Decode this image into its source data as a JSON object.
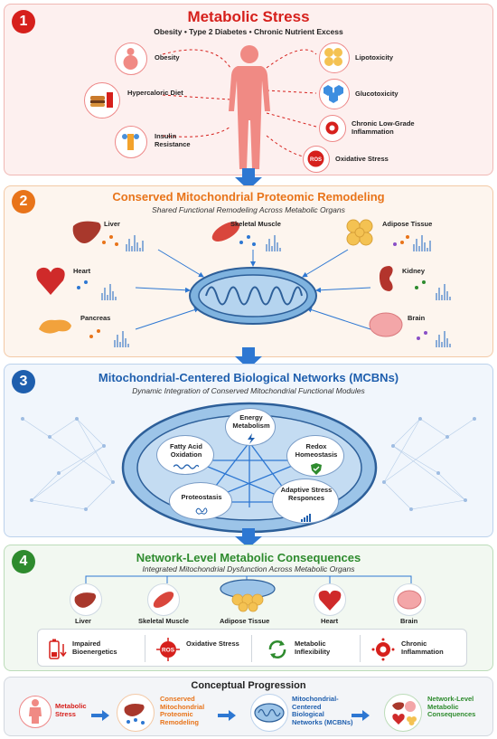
{
  "panel1": {
    "number": "1",
    "title": "Metabolic Stress",
    "subtitle": "Obesity • Type 2 Diabetes • Chronic Nutrient Excess",
    "left_items": [
      "Obesity",
      "Hypercaloric Diet",
      "Insulin Resistance"
    ],
    "right_items": [
      "Lipotoxicity",
      "Glucotoxicity",
      "Chronic Low-Grade Inflammation",
      "Oxidative Stress"
    ],
    "ros": "ROS"
  },
  "panel2": {
    "number": "2",
    "title": "Conserved Mitochondrial Proteomic Remodeling",
    "subtitle": "Shared Functional Remodeling Across Metabolic Organs",
    "organs": [
      "Liver",
      "Skeletal Muscle",
      "Adipose Tissue",
      "Heart",
      "Kidney",
      "Pancreas",
      "Brain"
    ]
  },
  "panel3": {
    "number": "3",
    "title": "Mitochondrial-Centered Biological Networks (MCBNs)",
    "subtitle": "Dynamic Integration of Conserved Mitochondrial Functional Modules",
    "modules": [
      "Energy Metabolism",
      "Fatty Acid Oxidation",
      "Redox Homeostasis",
      "Proteostasis",
      "Adaptive Stress Responces"
    ]
  },
  "panel4": {
    "number": "4",
    "title": "Network-Level Metabolic Consequences",
    "subtitle": "Integrated Mitochondrial Dysfunction Across Metabolic Organs",
    "organs": [
      "Liver",
      "Skeletal Muscle",
      "Adipose Tissue",
      "Heart",
      "Brain"
    ],
    "outcomes": [
      "Impaired Bioenergetics",
      "Oxidative Stress",
      "Metabolic Inflexibility",
      "Chronic Inflammation"
    ],
    "ros": "ROS"
  },
  "panel5": {
    "title": "Conceptual Progression",
    "steps": [
      "Metabolic Stress",
      "Conserved Mitochondrial Proteomic Remodeling",
      "Mitochondrial-Centered Biological Networks (MCBNs)",
      "Network-Level Metabolic Consequences"
    ]
  },
  "colors": {
    "red": "#d6201c",
    "orange": "#e8741a",
    "blue": "#1f5fae",
    "green": "#2e8b2e",
    "body": "#f08a84",
    "mito": "#7fb3df"
  },
  "icons": [
    "obesity-icon",
    "burger-drink-icon",
    "insulin-receptor-icon",
    "fat-droplets-icon",
    "glucose-icon",
    "inflammation-cell-icon",
    "ros-virus-icon",
    "human-body-icon",
    "mitochondrion-icon",
    "network-icon",
    "bar-spectrum-icon",
    "lightning-icon",
    "shield-check-icon",
    "wave-icon",
    "protein-fold-icon",
    "bar-chart-icon",
    "battery-low-icon",
    "cycle-arrows-icon"
  ]
}
